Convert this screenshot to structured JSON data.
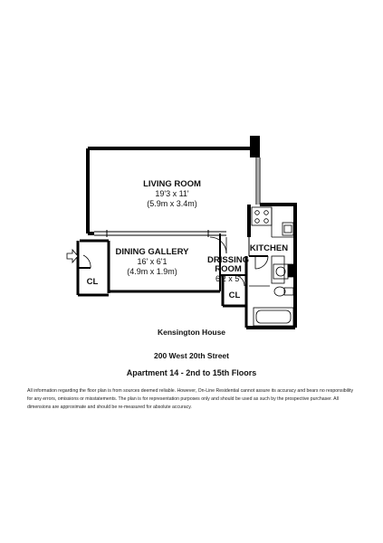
{
  "rooms": {
    "living_room": {
      "name": "LIVING ROOM",
      "dims_ft": "19'3 x 11'",
      "dims_m": "(5.9m x 3.4m)"
    },
    "dining_gallery": {
      "name": "DINING GALLERY",
      "dims_ft": "16' x 6'1",
      "dims_m": "(4.9m x 1.9m)"
    },
    "kitchen": {
      "name": "KITCHEN"
    },
    "dressing_room": {
      "name_line1": "DRISSING",
      "name_line2": "ROOM",
      "dims_ft": "6'2 x 5'"
    },
    "closet_left": {
      "name": "CL"
    },
    "closet_right": {
      "name": "CL"
    }
  },
  "building": {
    "name": "Kensington House",
    "address": "200 West 20th Street",
    "apartment": "Apartment 14 - 2nd to 15th Floors"
  },
  "disclaimer": "All information regarding the floor plan is from sources deemed reliable. However, On-Line Residential cannot assure its accuracy and bears no responsibility for any errors, omissions or misstatements. The plan is for representation purposes only and should be used as such by the prospective purchaser. All dimensions are approximate and should be re-measured for absolute accuracy."
}
